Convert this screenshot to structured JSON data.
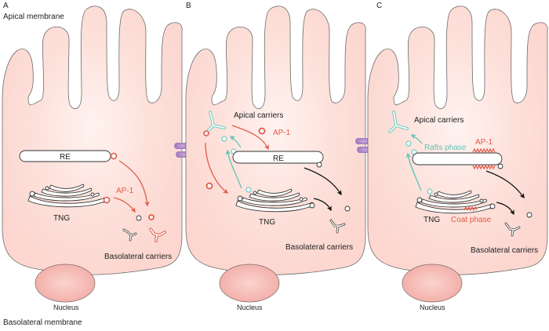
{
  "figure": {
    "colors": {
      "cytoplasm": "#fcd9d2",
      "cytoplasm_center": "#fff4f1",
      "nucleus": "#f5b8b2",
      "membrane": "#6b6b6b",
      "ap1_red": "#e05a48",
      "rafts_teal": "#5cc4b6",
      "junction_purple": "#a47cc0",
      "arrow_black": "#111111"
    },
    "global_labels": {
      "apical_membrane": "Apical membrane",
      "basolateral_membrane": "Basolateral membrane"
    },
    "panels": [
      {
        "letter": "A",
        "re_label": "RE",
        "tng_label": "TNG",
        "ap1_label": "AP-1",
        "basolateral_carriers": "Basolateral carriers",
        "nucleus_label": "Nucleus"
      },
      {
        "letter": "B",
        "re_label": "RE",
        "tng_label": "TNG",
        "ap1_label": "AP-1",
        "apical_carriers": "Apical carriers",
        "basolateral_carriers": "Basolateral carriers",
        "nucleus_label": "Nucleus"
      },
      {
        "letter": "C",
        "tng_label": "TNG",
        "ap1_label": "AP-1",
        "apical_carriers": "Apical carriers",
        "rafts_phase": "Rafts phase",
        "coat_phase": "Coat phase",
        "basolateral_carriers": "Basolateral carriers",
        "nucleus_label": "Nucleus"
      }
    ]
  }
}
